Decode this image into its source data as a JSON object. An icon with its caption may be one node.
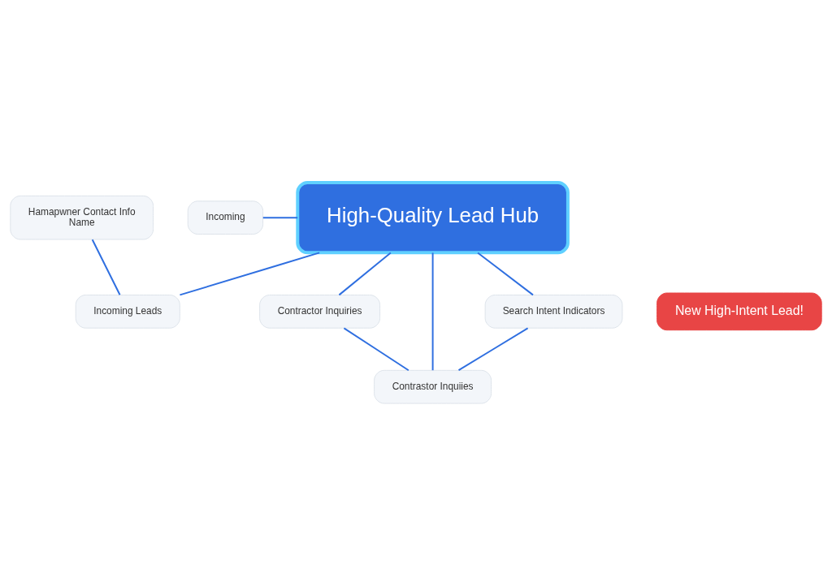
{
  "diagram": {
    "nodes": [
      {
        "text": [
          "High-Quality Lead Hub"
        ]
      },
      {
        "text": [
          "Incoming Leads"
        ]
      },
      {
        "text": [
          "New High-Intent Lead!"
        ]
      },
      {
        "text": [
          "Hamapwner Contact Info",
          "Name"
        ]
      },
      {
        "text": [
          "Incoming"
        ]
      },
      {
        "text": [
          "Contractor Inquiries"
        ]
      },
      {
        "text": [
          "Contrastor Inquiies"
        ]
      },
      {
        "text": [
          "Search Intent Indicators"
        ]
      }
    ],
    "edges": [
      {
        "from": 0,
        "to": 1,
        "arrow": "none"
      },
      {
        "from": 1,
        "to": 3,
        "arrow": "none"
      },
      {
        "from": 4,
        "to": 0,
        "arrow": "none"
      },
      {
        "from": 0,
        "to": 5,
        "arrow": "none"
      },
      {
        "from": 0,
        "to": 7,
        "arrow": "none"
      },
      {
        "from": 0,
        "to": 6,
        "arrow": "none"
      },
      {
        "from": 5,
        "to": 6,
        "arrow": "none"
      },
      {
        "from": 6,
        "to": 7,
        "arrow": "none"
      }
    ]
  }
}
